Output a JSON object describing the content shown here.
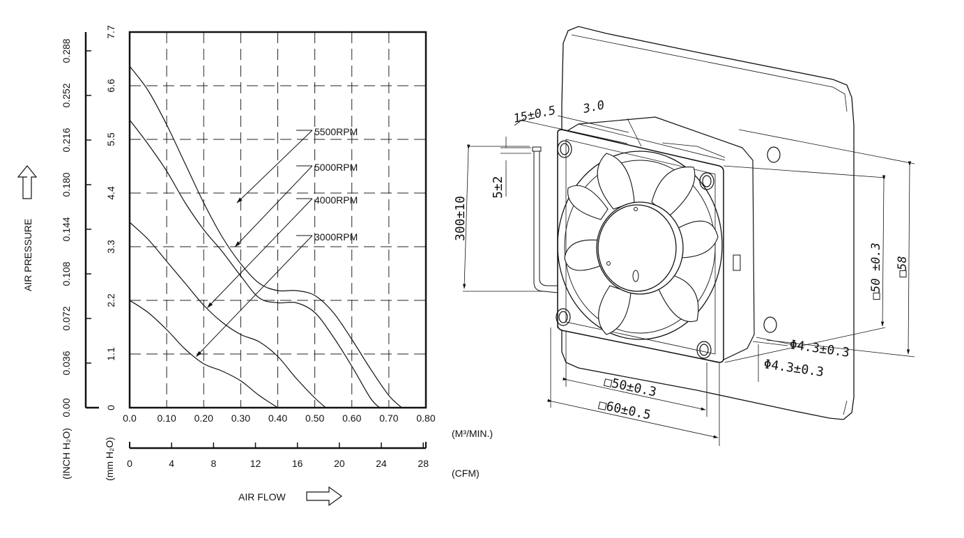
{
  "chart_data": {
    "type": "line",
    "xlabel": "AIR FLOW",
    "ylabel": "AIR PRESSURE",
    "x_unit_primary": "(M³/MIN.)",
    "x_unit_secondary": "(CFM)",
    "y_unit_primary": "(mm H₂O)",
    "y_unit_secondary": "(INCH H₂O)",
    "xlim": [
      0,
      0.8
    ],
    "ylim": [
      0,
      7.7
    ],
    "grid": true,
    "x_ticks": [
      "0.0",
      "0.10",
      "0.20",
      "0.30",
      "0.40",
      "0.50",
      "0.60",
      "0.70",
      "0.80"
    ],
    "x_ticks_cfm": [
      "0",
      "4",
      "8",
      "12",
      "16",
      "20",
      "24",
      "28"
    ],
    "y_ticks_mm": [
      "0",
      "1.1",
      "2.2",
      "3.3",
      "4.4",
      "5.5",
      "6.6",
      "7.7"
    ],
    "y_ticks_inch": [
      "0.00",
      "0.036",
      "0.072",
      "0.108",
      "0.144",
      "0.180",
      "0.216",
      "0.252",
      "0.288"
    ],
    "series": [
      {
        "name": "5500RPM",
        "x": [
          0,
          0.05,
          0.1,
          0.15,
          0.2,
          0.25,
          0.3,
          0.35,
          0.4,
          0.45,
          0.5,
          0.55,
          0.6,
          0.65,
          0.7,
          0.735
        ],
        "y": [
          7.0,
          6.5,
          5.8,
          5.0,
          4.2,
          3.5,
          2.95,
          2.55,
          2.4,
          2.4,
          2.3,
          1.95,
          1.4,
          0.8,
          0.25,
          0
        ]
      },
      {
        "name": "5000RPM",
        "x": [
          0,
          0.05,
          0.1,
          0.15,
          0.2,
          0.25,
          0.3,
          0.35,
          0.4,
          0.45,
          0.5,
          0.55,
          0.6,
          0.65,
          0.675
        ],
        "y": [
          5.9,
          5.4,
          4.85,
          4.2,
          3.65,
          3.2,
          2.7,
          2.25,
          2.15,
          2.15,
          1.95,
          1.45,
          0.85,
          0.2,
          0
        ]
      },
      {
        "name": "4000RPM",
        "x": [
          0,
          0.05,
          0.1,
          0.15,
          0.2,
          0.25,
          0.3,
          0.35,
          0.4,
          0.45,
          0.5,
          0.53
        ],
        "y": [
          3.8,
          3.45,
          3.0,
          2.55,
          2.1,
          1.75,
          1.5,
          1.35,
          1.05,
          0.6,
          0.2,
          0
        ]
      },
      {
        "name": "3000RPM",
        "x": [
          0,
          0.05,
          0.1,
          0.15,
          0.2,
          0.25,
          0.3,
          0.35,
          0.4
        ],
        "y": [
          2.2,
          1.95,
          1.6,
          1.2,
          0.9,
          0.75,
          0.55,
          0.25,
          0
        ]
      }
    ],
    "arrow_tips": [
      {
        "series": "5500RPM",
        "x": 0.29,
        "y": 4.2
      },
      {
        "series": "5000RPM",
        "x": 0.285,
        "y": 3.3
      },
      {
        "series": "4000RPM",
        "x": 0.21,
        "y": 2.05
      },
      {
        "series": "3000RPM",
        "x": 0.18,
        "y": 1.05
      }
    ]
  },
  "drawing": {
    "dims": {
      "d15": "15±0.5",
      "d3": "3.0",
      "d5": "5±2",
      "d300": "300±10",
      "d50v": "□50 ±0.3",
      "d58": "□58",
      "hole1": "Φ4.3±0.3",
      "hole2": "Φ4.3±0.3",
      "d50h": "□50±0.3",
      "d60h": "□60±0.5"
    }
  }
}
